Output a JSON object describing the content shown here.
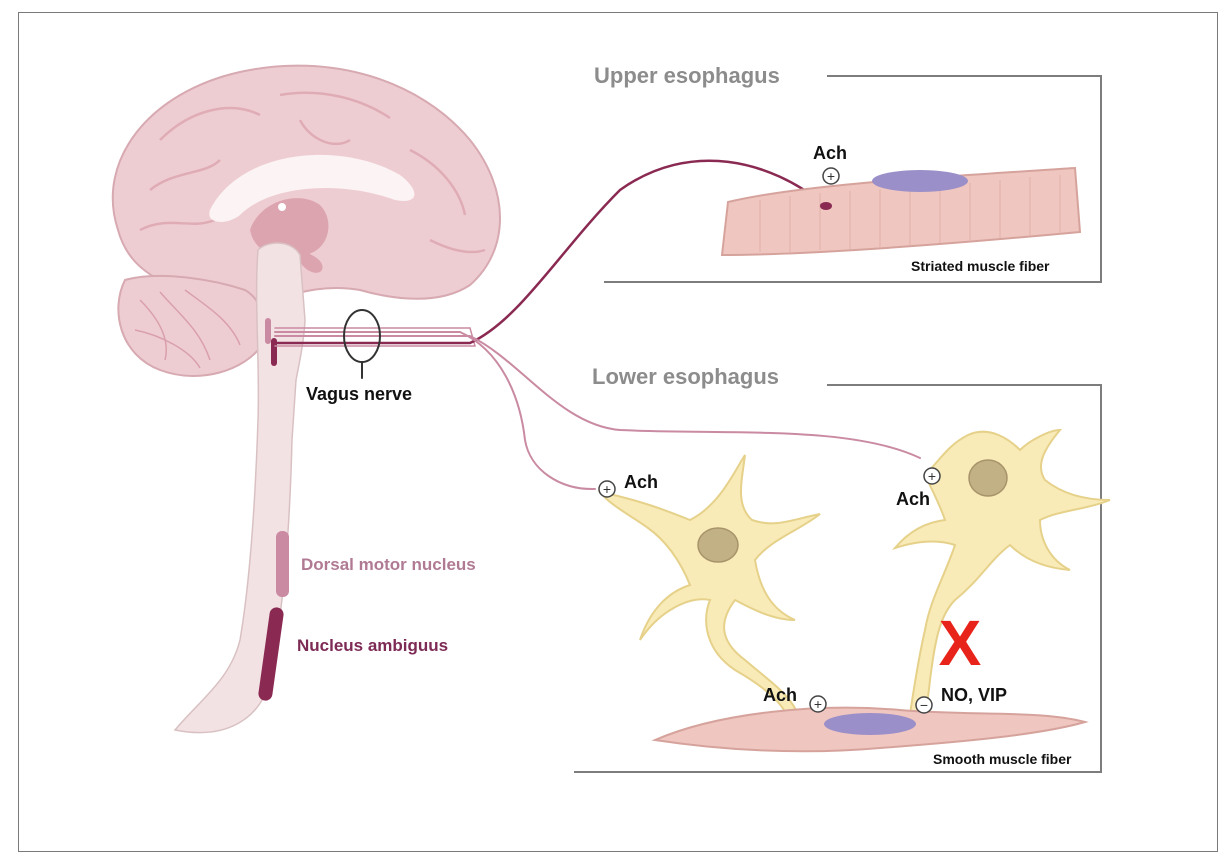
{
  "panels": {
    "upper": {
      "title": "Upper esophagus",
      "fiber_label": "Striated muscle fiber",
      "transmitter": "Ach"
    },
    "lower": {
      "title": "Lower esophagus",
      "fiber_label": "Smooth muscle fiber",
      "transmitter_left_input": "Ach",
      "transmitter_right_input": "Ach",
      "transmitter_excitatory_output": "Ach",
      "transmitter_inhibitory_output": "NO, VIP",
      "blocked_mark": "X"
    }
  },
  "nerve_label": "Vagus nerve",
  "legend": [
    {
      "label": "Dorsal motor nucleus",
      "color": "#c98aa2"
    },
    {
      "label": "Nucleus ambiguus",
      "color": "#8a2a52"
    }
  ],
  "colors": {
    "brain": "#eecdd2",
    "brain_dark": "#dca4ae",
    "stem": "#f3e2e3",
    "dmn_fiber": "#c98aa2",
    "na_fiber": "#8a2a52",
    "neuron": "#f8ebb8",
    "muscle": "#efc6c0",
    "nucleus": "#9a8fc8",
    "x_mark": "#e8241a"
  }
}
